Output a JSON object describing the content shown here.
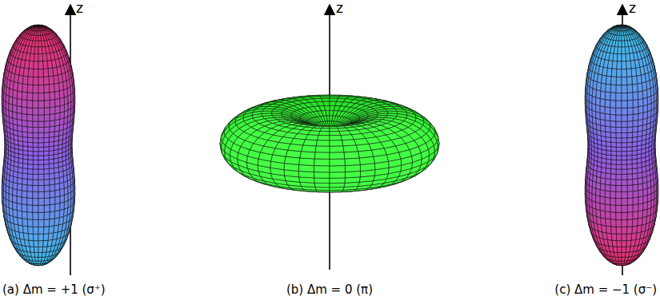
{
  "diagram": {
    "labels": [
      "z",
      "z",
      "z",
      "(a) Δm = +1 (σ⁺)",
      "(b) Δm = 0 (π)",
      "(c) Δm = −1 (σ⁻)"
    ]
  }
}
